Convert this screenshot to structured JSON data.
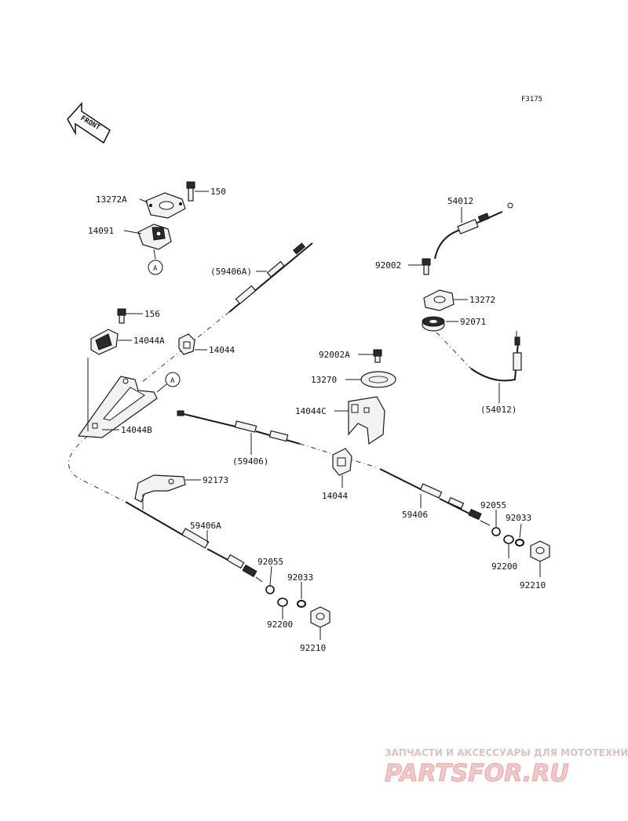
{
  "figure_code": "F3175",
  "front_label": "FRONT",
  "ref_marker": "A",
  "labels": {
    "p13272A": "13272A",
    "p150": "150",
    "p14091": "14091",
    "p59406A_paren": "(59406A)",
    "p156": "156",
    "p14044A": "14044A",
    "p14044_top": "14044",
    "p14044B": "14044B",
    "p54012": "54012",
    "p92002": "92002",
    "p13272": "13272",
    "p92071": "92071",
    "p54012_paren": "(54012)",
    "p92002A": "92002A",
    "p13270": "13270",
    "p14044C": "14044C",
    "p59406_paren": "(59406)",
    "p14044_mid": "14044",
    "p59406": "59406",
    "p92055_r": "92055",
    "p92033_r": "92033",
    "p92200_r": "92200",
    "p92210_r": "92210",
    "p92173": "92173",
    "p59406A": "59406A",
    "p92055_l": "92055",
    "p92033_l": "92033",
    "p92200_l": "92200",
    "p92210_l": "92210"
  },
  "watermark": {
    "tagline": "ЗАПЧАСТИ И АКСЕССУАРЫ ДЛЯ МОТОТЕХНИКИ",
    "logo": "PARTSFOR.RU"
  }
}
